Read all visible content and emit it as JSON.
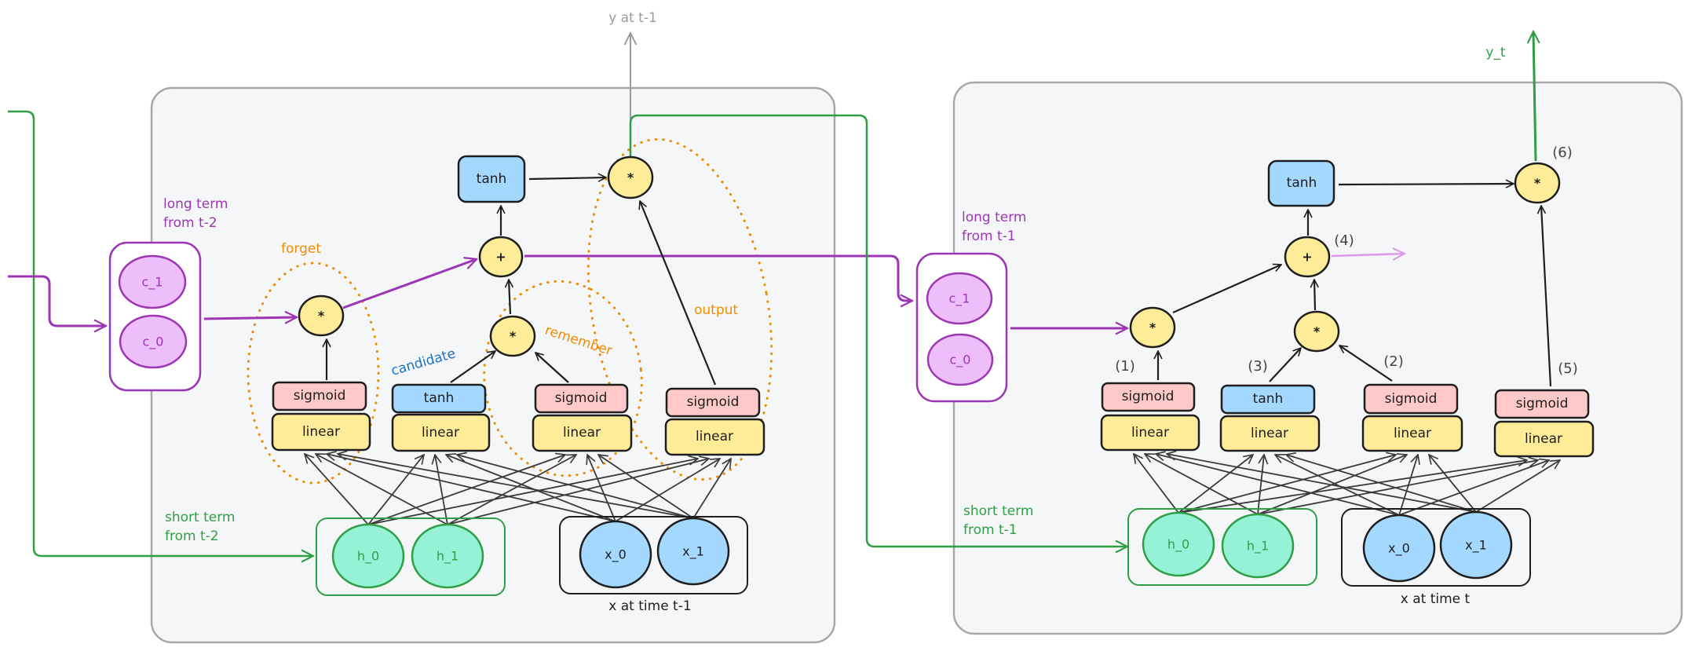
{
  "diagram": {
    "title": "LSTM cell unrolled over two time steps",
    "colors": {
      "sigmoid": "#ffc9c9",
      "linear": "#ffec99",
      "tanh": "#a5d8ff",
      "long_term": "#9c36b5",
      "short_term": "#2f9e44",
      "gate_outline": "#f08c00",
      "candidate": "#1971c2",
      "panel": "#f5f6f8"
    }
  },
  "left_cell": {
    "output_label": "y at t-1",
    "long_term_label": [
      "long term",
      "from t-2"
    ],
    "short_term_label": [
      "short term",
      "from t-2"
    ],
    "input_label": "x at time t-1",
    "cell_state": [
      "c_1",
      "c_0"
    ],
    "hidden_state": [
      "h_0",
      "h_1"
    ],
    "inputs": [
      "x_0",
      "x_1"
    ],
    "gates": {
      "forget": "forget",
      "candidate": "candidate",
      "remember": "remember",
      "output": "output"
    },
    "layers": [
      {
        "activation": "sigmoid",
        "linear": "linear"
      },
      {
        "activation": "tanh",
        "linear": "linear"
      },
      {
        "activation": "sigmoid",
        "linear": "linear"
      },
      {
        "activation": "sigmoid",
        "linear": "linear"
      }
    ],
    "ops": {
      "forget_mul": "*",
      "remember_mul": "*",
      "add": "+",
      "out_tanh": "tanh",
      "out_mul": "*"
    }
  },
  "right_cell": {
    "output_label": "y_t",
    "long_term_label": [
      "long term",
      "from t-1"
    ],
    "short_term_label": [
      "short term",
      "from t-1"
    ],
    "input_label": "x at time t",
    "cell_state": [
      "c_1",
      "c_0"
    ],
    "hidden_state": [
      "h_0",
      "h_1"
    ],
    "inputs": [
      "x_0",
      "x_1"
    ],
    "layers": [
      {
        "activation": "sigmoid",
        "linear": "linear",
        "step": "(1)"
      },
      {
        "activation": "tanh",
        "linear": "linear",
        "step": "(3)"
      },
      {
        "activation": "sigmoid",
        "linear": "linear",
        "step": "(2)"
      },
      {
        "activation": "sigmoid",
        "linear": "linear",
        "step": "(5)"
      }
    ],
    "ops": {
      "forget_mul": "*",
      "remember_mul": "*",
      "add": "+",
      "add_step": "(4)",
      "out_tanh": "tanh",
      "out_mul": "*",
      "out_step": "(6)"
    }
  }
}
